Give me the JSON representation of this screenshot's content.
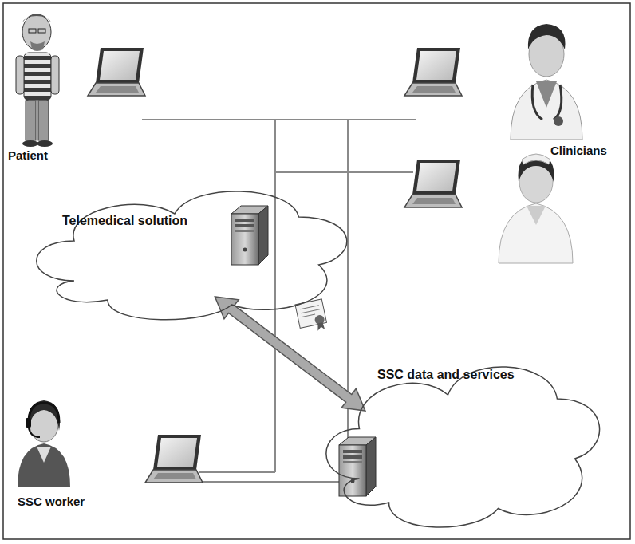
{
  "diagram": {
    "nodes": [
      {
        "text": [
          "Telemedical solution"
        ]
      },
      {
        "text": [
          "SSC data and services"
        ]
      }
    ],
    "edges": [
      {
        "from": 0,
        "to": 1,
        "arrow": "both"
      }
    ],
    "labels": [
      "Patient",
      "Clinicians",
      "SSC worker"
    ]
  }
}
